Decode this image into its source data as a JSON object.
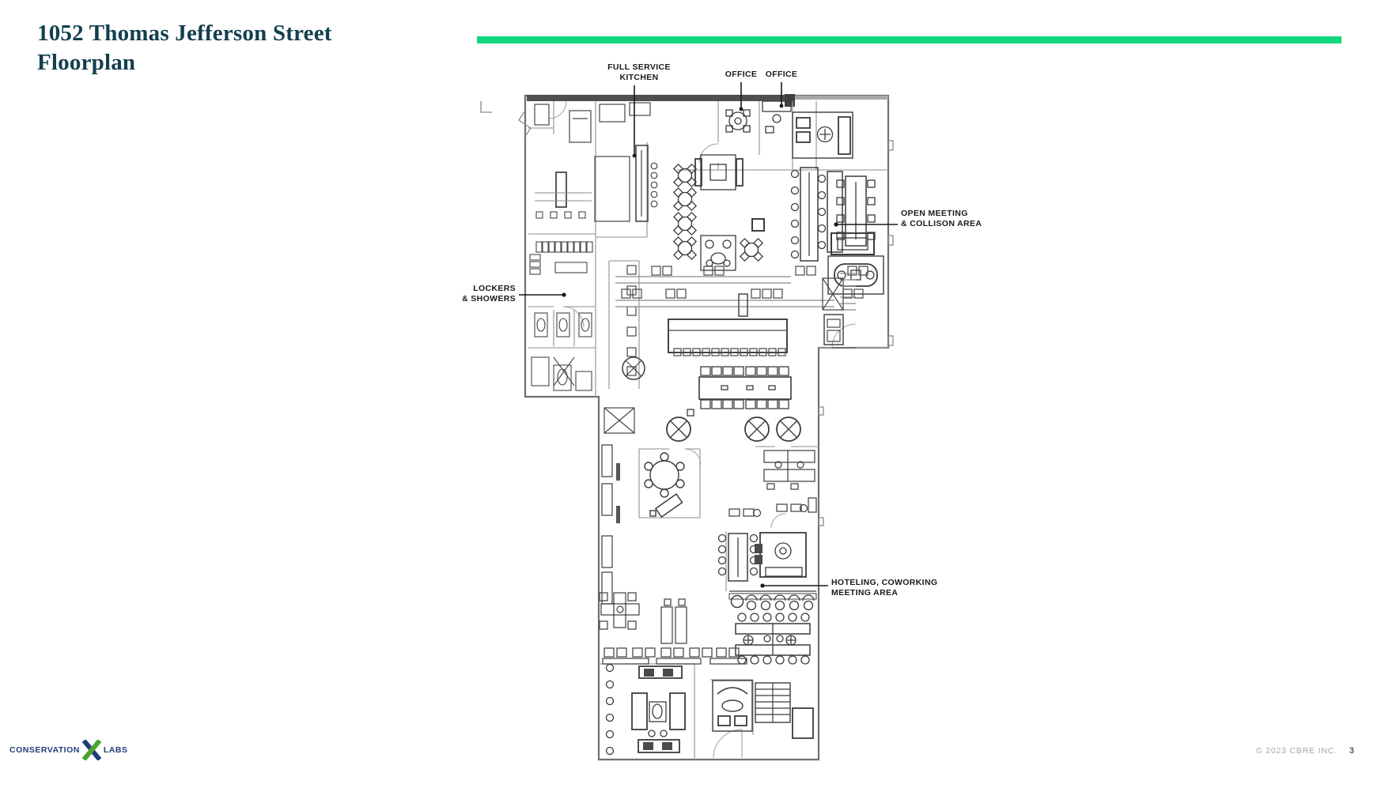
{
  "page": {
    "title_line1": "1052 Thomas Jefferson Street",
    "title_line2": "Floorplan"
  },
  "callouts": [
    {
      "line1": "FULL SERVICE",
      "line2": "KITCHEN"
    },
    {
      "line1": "OFFICE"
    },
    {
      "line1": "OFFICE"
    },
    {
      "line1": "OPEN MEETING",
      "line2": "& COLLISON AREA"
    },
    {
      "line1": "LOCKERS",
      "line2": "& SHOWERS"
    },
    {
      "line1": "HOTELING, COWORKING",
      "line2": "MEETING AREA"
    }
  ],
  "footer": {
    "logo_text_left": "CONSERVATION",
    "logo_text_right": "LABS",
    "copyright": "© 2023 CBRE INC.",
    "page_number": "3"
  },
  "colors": {
    "accent_bar_green": "#11D87B",
    "title_teal": "#123F4D",
    "callout_text": "#1A1A1A",
    "logo_navy": "#1E3E7B",
    "logo_green": "#4CA32C",
    "footer_gray": "#A5A5A7"
  }
}
